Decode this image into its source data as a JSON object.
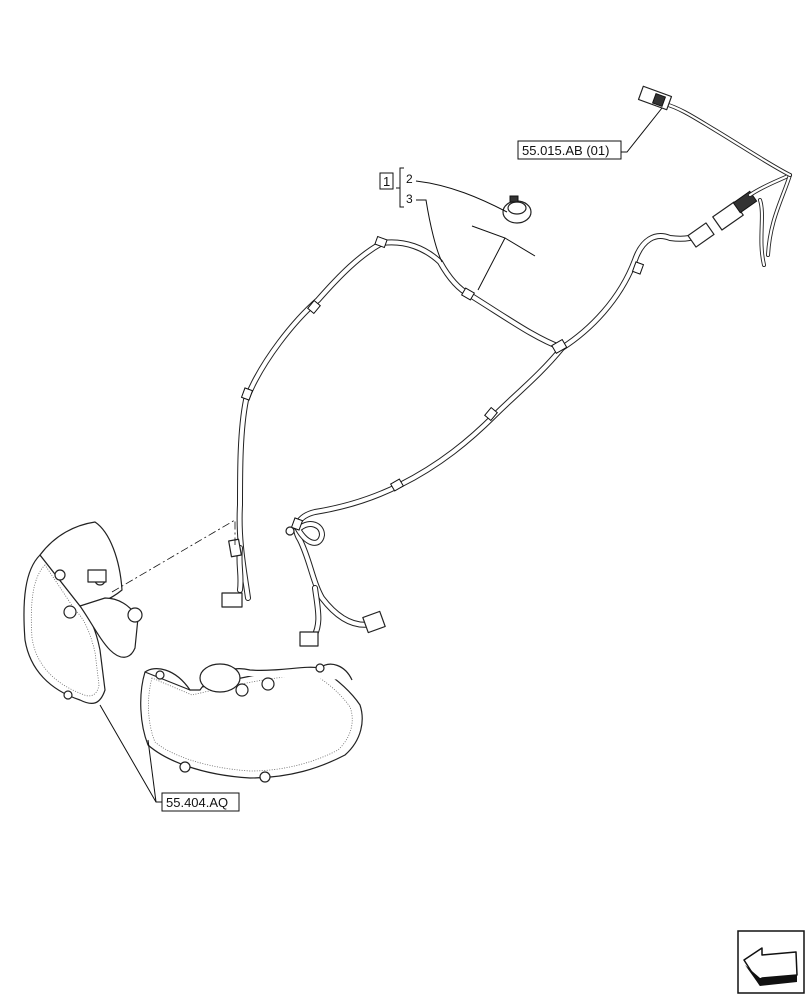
{
  "labels": {
    "item_1": "1",
    "item_2": "2",
    "item_3": "3",
    "ref_connector": "55.015.AB (01)",
    "ref_lamps": "55.404.AQ"
  },
  "icons": {
    "nav": "next-page-arrow-icon"
  }
}
